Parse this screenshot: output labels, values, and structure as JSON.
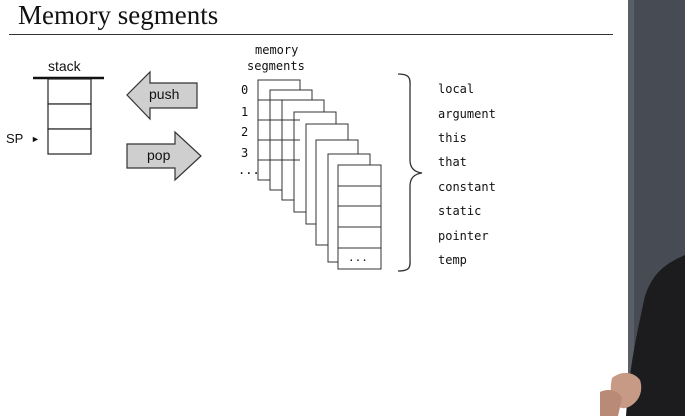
{
  "slide": {
    "title": "Memory segments"
  },
  "stack": {
    "label": "stack",
    "sp_label": "SP",
    "sp_arrow": "►"
  },
  "buttons": {
    "push_label": "push",
    "pop_label": "pop"
  },
  "memory": {
    "header_line1": "memory",
    "header_line2": "segments",
    "indices": [
      "0",
      "1",
      "2",
      "3",
      "..."
    ],
    "ellipsis": "...",
    "segments": [
      "local",
      "argument",
      "this",
      "that",
      "constant",
      "static",
      "pointer",
      "temp"
    ]
  },
  "colors": {
    "arrow_fill": "#cfcfcf",
    "arrow_stroke": "#333333",
    "speaker_bg": "#3c4048"
  }
}
